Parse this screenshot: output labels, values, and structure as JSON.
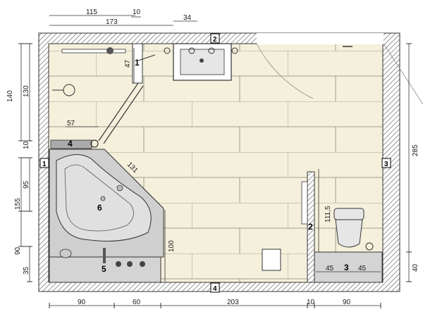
{
  "plan": {
    "wall_tags": {
      "top": "2",
      "right": "3",
      "bottom": "4",
      "left": "1"
    },
    "fixture_numbers": {
      "shower_glass": "1",
      "right_partition": "2",
      "toilet": "3",
      "shower_tray": "4",
      "tub_controls": "5",
      "bathtub": "6"
    }
  },
  "dimensions": {
    "top_115": "115",
    "top_173": "173",
    "top_10": "10",
    "top_34": "34",
    "left_140": "140",
    "left_130": "130",
    "left_10": "10",
    "left_95": "95",
    "left_155": "155",
    "left_90": "90",
    "left_35": "35",
    "right_285": "285",
    "right_40": "40",
    "inner_57": "57",
    "inner_47": "47",
    "inner_131": "131",
    "inner_100": "100",
    "inner_111_5": "111,5",
    "toilet_45_left": "45",
    "toilet_45_right": "45",
    "bottom_90_left": "90",
    "bottom_60": "60",
    "bottom_203": "203",
    "bottom_10": "10",
    "bottom_90_right": "90"
  },
  "colors": {
    "tile_fill": "#f5f0dc",
    "tile_grout": "#8a8677",
    "wall_hatch": "#555555",
    "fixture_gray": "#cfcfcf",
    "fixture_dark": "#a9a9a9"
  }
}
